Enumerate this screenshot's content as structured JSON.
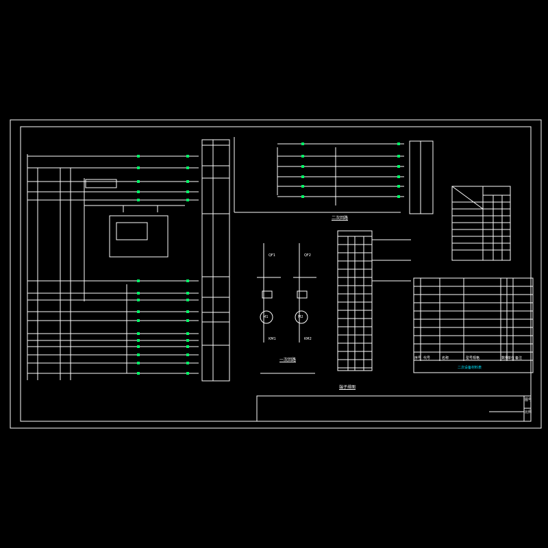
{
  "drawing": {
    "secondary_circuit_caption": "二次回路",
    "primary_circuit_caption": "一次回路",
    "terminal_caption": "端子排图",
    "material_table_caption": "二次设备材料表",
    "material_table_header": [
      "序号",
      "代号",
      "名称",
      "型号规格",
      "数量",
      "单位",
      "备注"
    ],
    "motor_labels": [
      "M1",
      "M2"
    ],
    "breaker_labels": [
      "QF1",
      "QF2"
    ],
    "contactor_labels": [
      "KM1",
      "KM2"
    ],
    "title_block": {
      "sheet": "图号",
      "scale": "比例"
    }
  },
  "colors": {
    "background": "#000000",
    "line": "#ffffff",
    "contact": "#00ff66",
    "text_accent": "#00e5ff"
  }
}
